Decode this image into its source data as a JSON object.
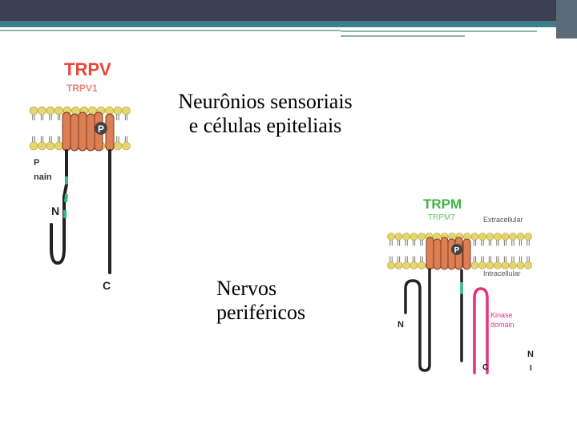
{
  "slide": {
    "caption_top_line1": "Neurônios sensoriais",
    "caption_top_line2": "e células epiteliais",
    "caption_bottom_line1": "Nervos",
    "caption_bottom_line2": "periféricos"
  },
  "figure_trpv": {
    "family": "TRPV",
    "member": "TRPV1",
    "pore_label": "P",
    "domain_fragment_1": "P",
    "domain_fragment_2": "nain",
    "n_terminus": "N",
    "c_terminus": "C"
  },
  "figure_trpm": {
    "family": "TRPM",
    "member": "TRPM7",
    "pore_label": "P",
    "extracellular": "Extracellular",
    "intracellular": "Intracellular",
    "kinase_line1": "Kinase",
    "kinase_line2": "domain",
    "n_terminus": "N",
    "c_terminus": "C",
    "right_fragment_1": "N",
    "right_fragment_2": "I"
  },
  "colors": {
    "family_title": "#e8473c",
    "member_label": "#ef7d7d",
    "trpm_family_title": "#3fb24a",
    "trpm_member_label": "#6cc16a",
    "membrane_head": "#e5d56a",
    "helix": "#dd7f55",
    "ankyrin_segment": "#2fbf7a",
    "kinase": "#e0347e"
  }
}
